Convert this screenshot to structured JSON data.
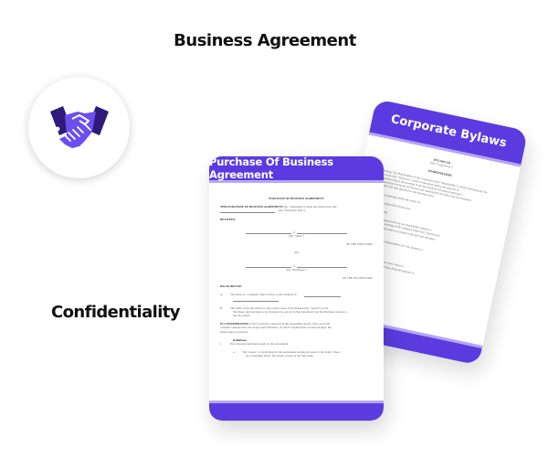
{
  "heading": "Business Agreement",
  "feature_label": "Confidentiality",
  "icon": {
    "name": "handshake-icon",
    "primary_color": "#6b4ef0",
    "cuff_color": "#2e1a7a"
  },
  "colors": {
    "accent": "#5b3be0",
    "accent_light": "#b6a6f5"
  },
  "documents": {
    "back": {
      "title": "Corporate Bylaws",
      "lines": [
        "BYLAWS OF",
        "(the \"Corporation\")",
        "SHAREHOLDERS",
        "Annual Meeting. The Shareholders of the Corporation (the \"Shareholders\") will be held annually for",
        "electing directors (the \"Directors\") of the Corporation and for the purpose of",
        "any other business before the meeting. If the day fixed for the annual meeting is",
        "a date determined by the board of Directors the meeting will be held at the next business",
        "day. Notice after the date specified in the meeting notice.",
        "Held for annual meetings within the earlier of",
        "the end of the Corporation's fiscal year.",
        "first annual meeting.",
        "Held within the time period from any shareholder entitled to",
        "apply to the annual meeting of the company where the Corporation's",
        "registered office or elsewhere as located in the the time and place",
        "Special meetings of the Shareholders, for any purpose or",
        "the following terms",
        "(the \"Shareholders\"), or",
        "If not fewer than 10 percent of the votes on",
        "any matter to be considered describing the purpose or"
      ]
    },
    "front": {
      "title": "Purchase Of Business Agreement",
      "doc_heading": "PURCHASE OF BUSINESS AGREEMENT",
      "intro_bold": "THIS PURCHASE OF BUSINESS AGREEMENT",
      "intro_rest": "(the \"Agreement\") made and entered into this",
      "effective": "(the \"Execution Date\")",
      "between": "BETWEEN:",
      "of": "of",
      "seller": "(the \"Seller\")",
      "first_party": "OF THE FIRST PART",
      "and": "and",
      "purchaser": "(the \"Purchaser\")",
      "second_party": "OF THE SECOND PART",
      "background": "BACKGROUND",
      "bg_a_num": "A.",
      "bg_a": "The Seller is a company which carries on the business of",
      "bg_b_num": "B.",
      "bg_b1": "The Seller owns and desires to sell certain assets of its business (the \"Assets\") to the",
      "bg_b2": "Purchaser, and purchase to be transferred as set out in this Agreement and the Purchaser desires to",
      "bg_b3": "buy the Assets.",
      "consideration_bold": "IN CONSIDERATION",
      "consideration1": "of the provisions contained in this Agreement and for other good and",
      "consideration2": "valuable consideration, the receipt and sufficiency of which consideration is acknowledged, the",
      "consideration3": "Parties agree as follows:",
      "definitions_title": "Definitions",
      "def_num": "1.",
      "def_text": "The following definitions apply in this Agreement:",
      "def_a_num": "a.",
      "def_a1": "The \"Assets\" to be included in this Agreement include all assets of the Seller. These",
      "def_a2": "are as included items. The Assets consist of the following:"
    }
  }
}
